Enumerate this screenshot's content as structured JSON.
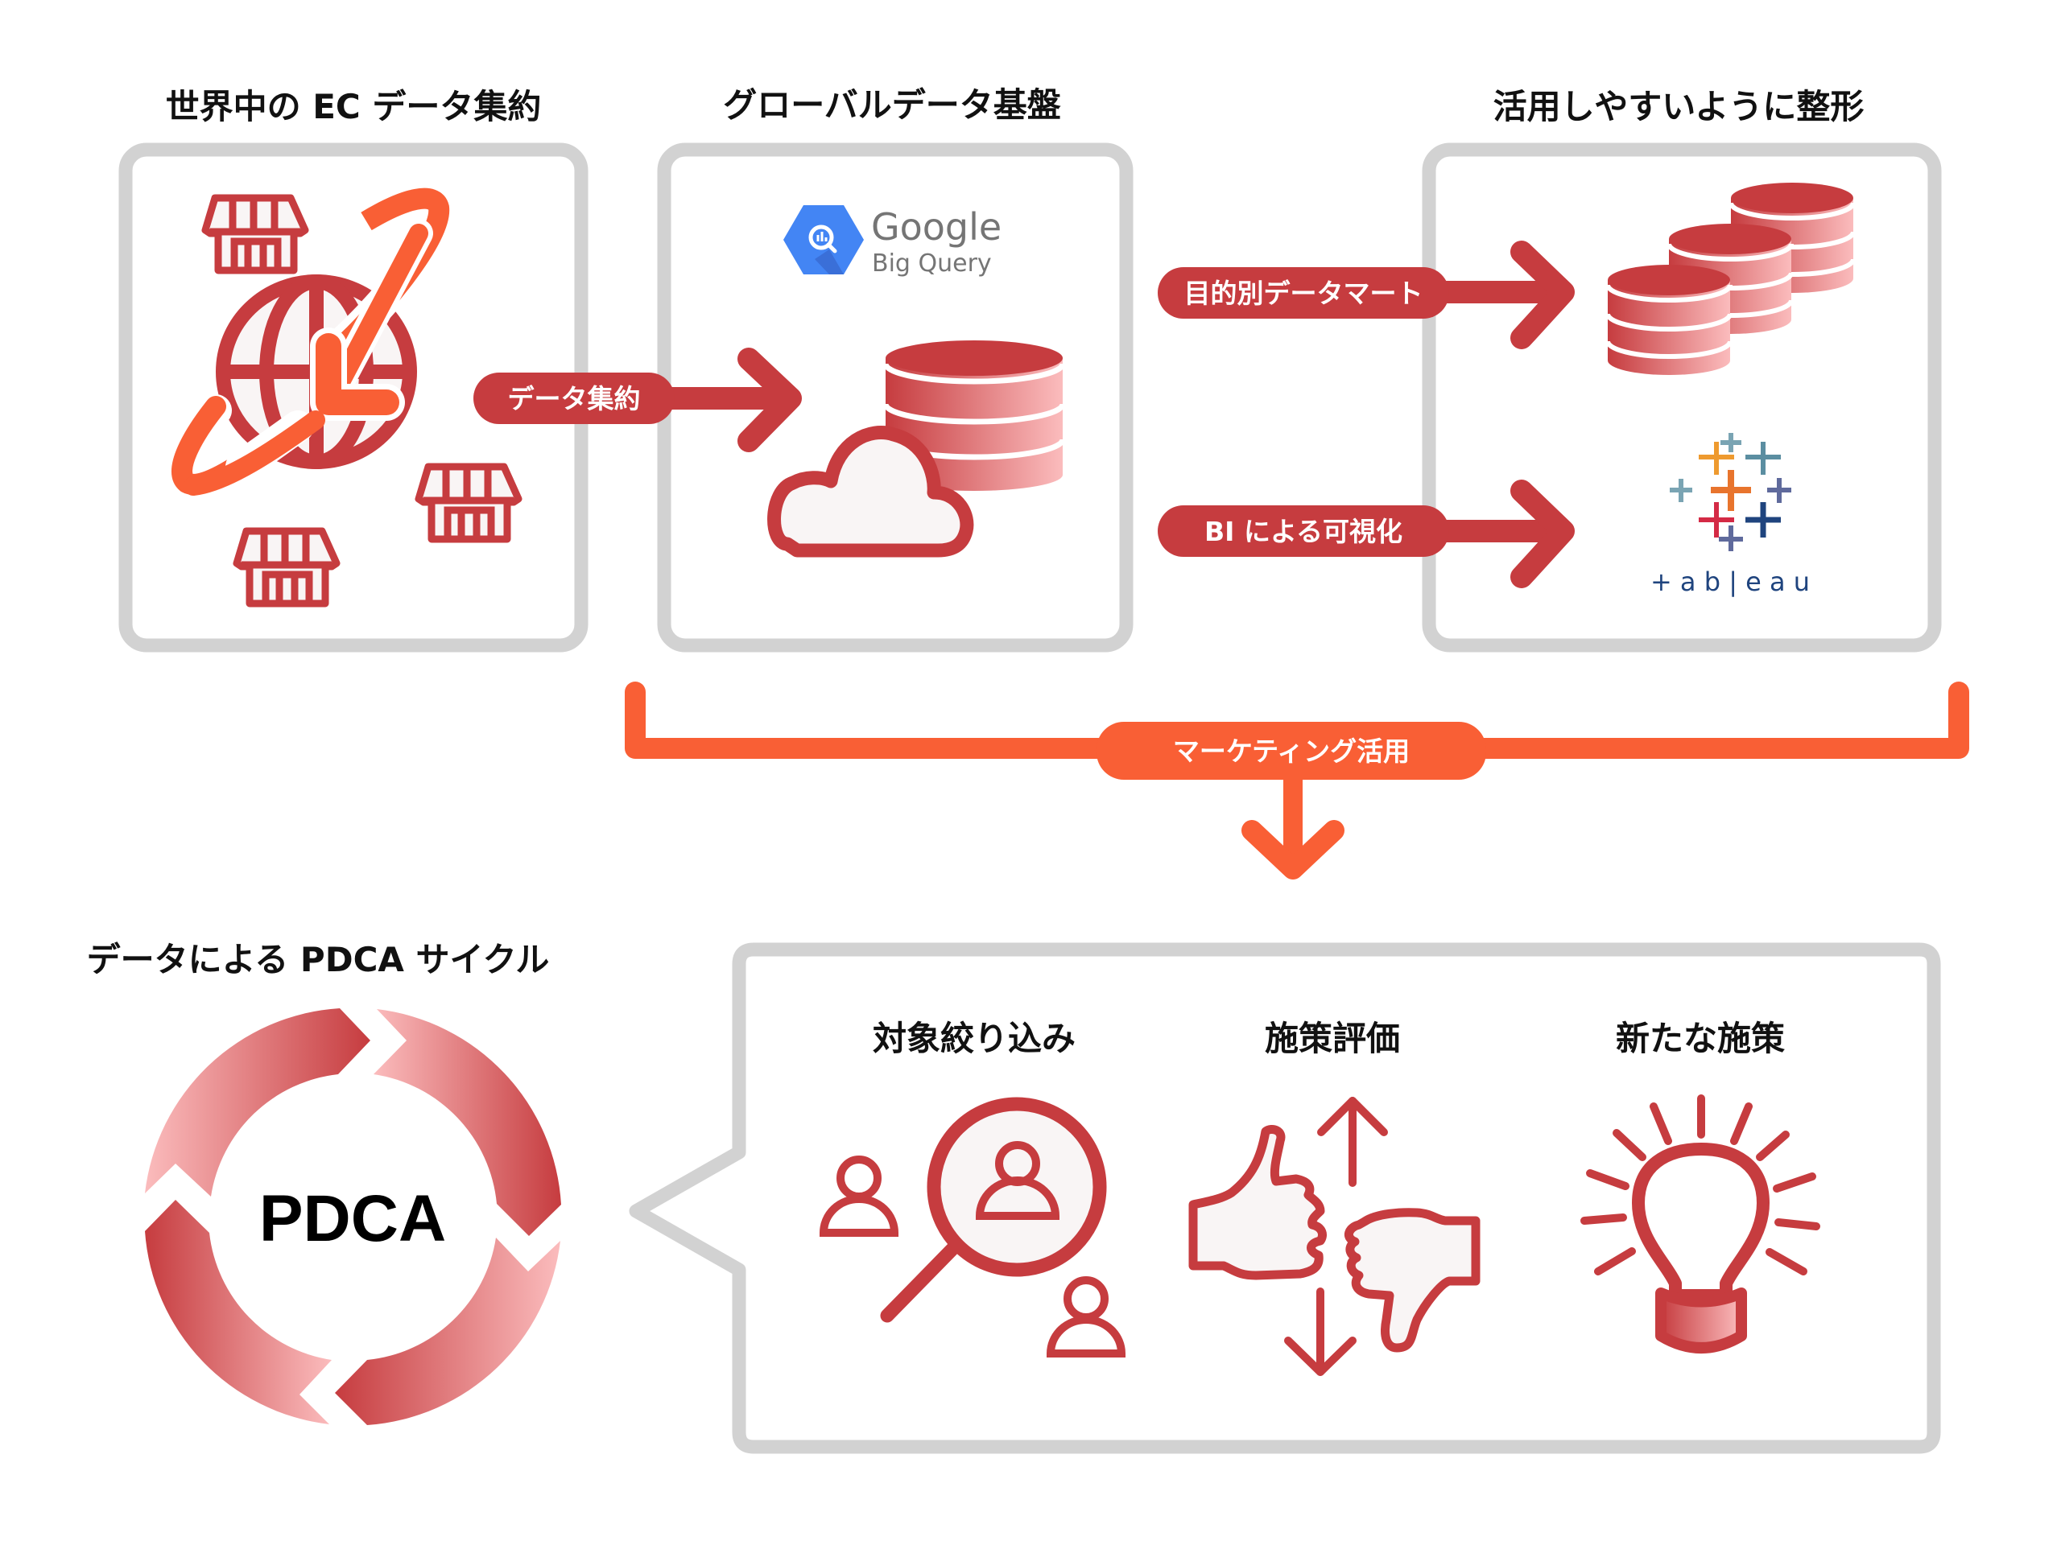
{
  "colors": {
    "red": "#c63c3f",
    "orange": "#f95f35",
    "frame_gray": "#d2d2d2",
    "light_red": "#fbbcbd",
    "icon_bg": "#f9f5f5",
    "bigquery_blue": "#4385f4",
    "bigquery_dark": "#3a6fd8",
    "google_gray": "#757575",
    "tableau_navy": "#1f447e"
  },
  "sections": {
    "collect": {
      "title": "世界中の EC データ集約"
    },
    "platform": {
      "title": "グローバルデータ基盤"
    },
    "shape": {
      "title": "活用しやすいように整形"
    }
  },
  "flows": {
    "collect_to_platform": "データ集約",
    "to_datamart": "目的別データマート",
    "to_bi": "BI による可視化",
    "marketing": "マーケティング活用"
  },
  "logos": {
    "bigquery_line1": "Google",
    "bigquery_line2": "Big Query",
    "tableau_word": "+ a b | e a u"
  },
  "pdca": {
    "heading": "データによる PDCA サイクル",
    "center_label": "PDCA"
  },
  "actions": [
    {
      "label": "対象絞り込み",
      "icon": "user-search-icon"
    },
    {
      "label": "施策評価",
      "icon": "thumbs-up-down-icon"
    },
    {
      "label": "新たな施策",
      "icon": "lightbulb-icon"
    }
  ]
}
